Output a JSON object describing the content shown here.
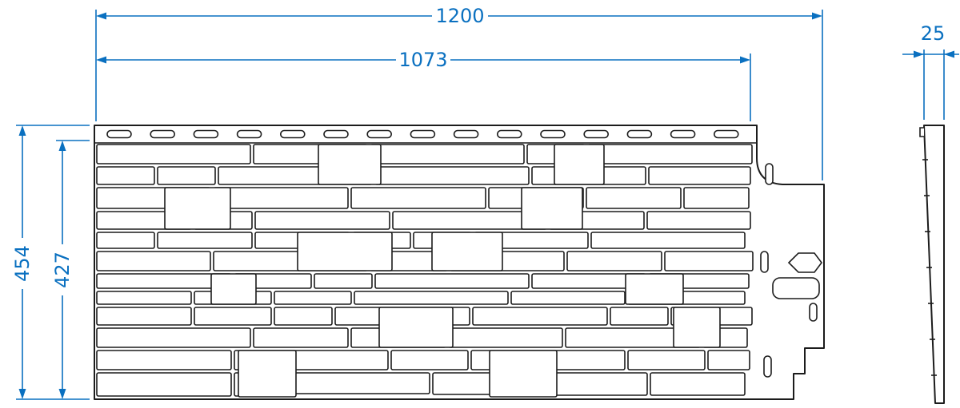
{
  "page": {
    "background": "#ffffff"
  },
  "drawing": {
    "subject": "facade-panel-dimensional-drawing",
    "views": {
      "front": "front-view",
      "side": "side-profile"
    },
    "colors": {
      "dimension": "#0a70c0",
      "outline": "#1c1c1c",
      "fill": "#ffffff"
    },
    "dimensions": {
      "overall_width": "1200",
      "working_width": "1073",
      "overall_height": "454",
      "working_height": "427",
      "thickness": "25"
    }
  }
}
